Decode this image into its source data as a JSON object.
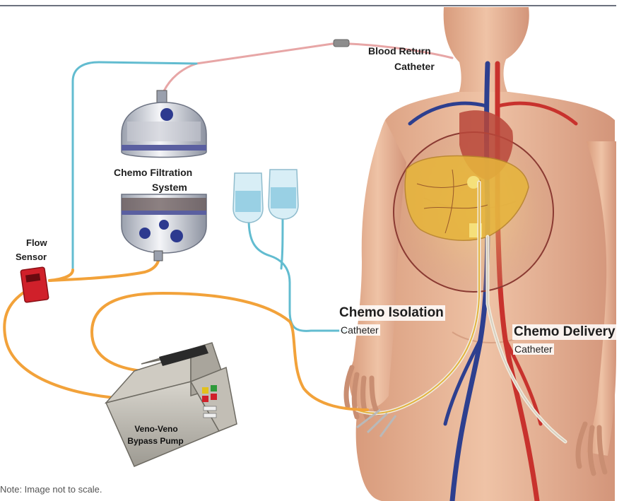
{
  "labels": {
    "blood_return_1": "Blood Return",
    "blood_return_2": "Catheter",
    "filtration_1": "Chemo Filtration",
    "filtration_2": "System",
    "flow_sensor_1": "Flow",
    "flow_sensor_2": "Sensor",
    "isolation_1": "Chemo Isolation",
    "isolation_2": "Catheter",
    "delivery_1": "Chemo Delivery",
    "delivery_2": "Catheter",
    "pump_1": "Veno-Veno",
    "pump_2": "Bypass Pump"
  },
  "note": "Note:  Image not to scale.",
  "colors": {
    "tube_orange": "#f2a23a",
    "tube_blue": "#62bcd0",
    "tube_pink": "#e7a6a6",
    "skin": "#e8b79a",
    "liver": "#e6b43c",
    "artery": "#c8322d",
    "vein": "#2d3f8f",
    "sensor": "#d0202a",
    "pump": "#b9b6ad"
  },
  "icons": [
    "filter-canister-icon",
    "iv-bag-icon",
    "flow-sensor-icon",
    "bypass-pump-icon",
    "human-torso-icon"
  ]
}
